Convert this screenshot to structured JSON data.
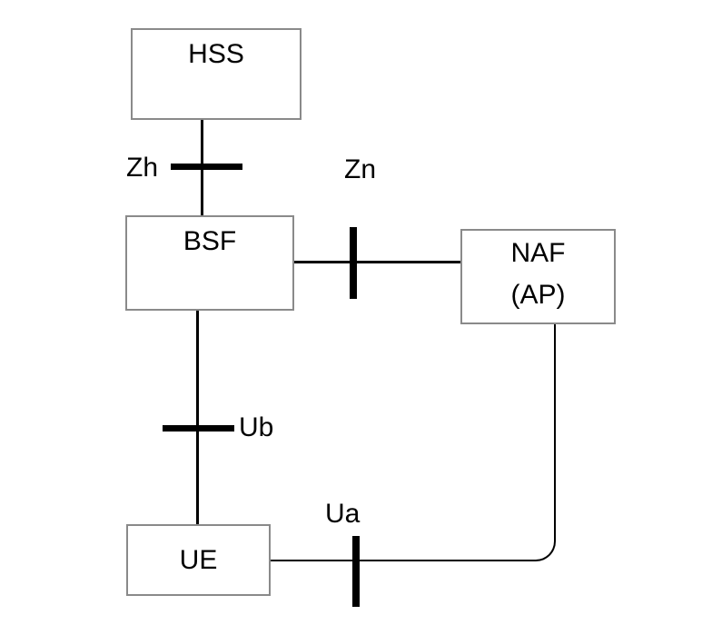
{
  "diagram": {
    "type": "network-architecture",
    "nodes": {
      "hss": {
        "label": "HSS"
      },
      "bsf": {
        "label": "BSF"
      },
      "naf": {
        "label": "NAF",
        "sublabel": "(AP)"
      },
      "ue": {
        "label": "UE"
      }
    },
    "interfaces": {
      "zh": {
        "label": "Zh"
      },
      "zn": {
        "label": "Zn"
      },
      "ub": {
        "label": "Ub"
      },
      "ua": {
        "label": "Ua"
      }
    },
    "links": [
      {
        "from": "HSS",
        "to": "BSF",
        "interface": "Zh"
      },
      {
        "from": "BSF",
        "to": "NAF (AP)",
        "interface": "Zn"
      },
      {
        "from": "BSF",
        "to": "UE",
        "interface": "Ub"
      },
      {
        "from": "UE",
        "to": "NAF (AP)",
        "interface": "Ua"
      }
    ],
    "colors": {
      "background": "#ffffff",
      "box_border": "#8a8a8a",
      "box_fill": "#ffffff",
      "line": "#000000",
      "text": "#000000"
    }
  }
}
